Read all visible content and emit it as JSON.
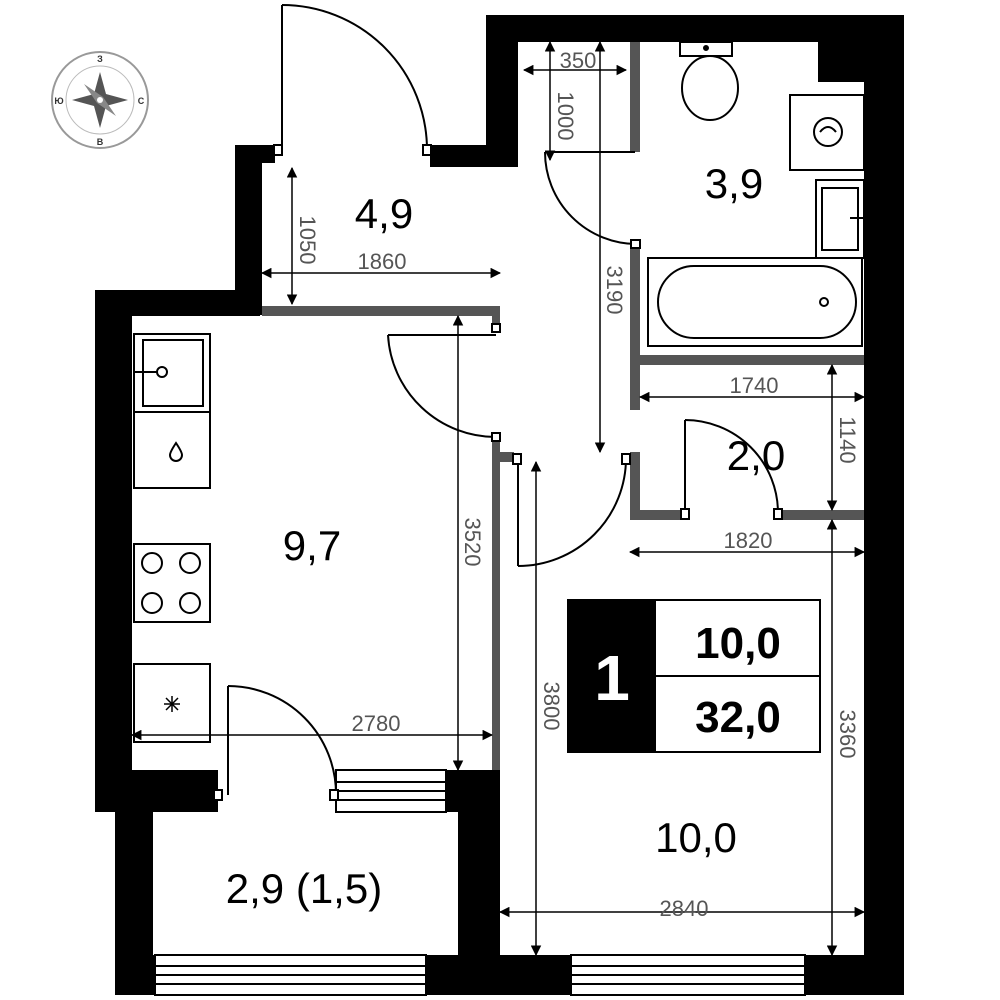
{
  "compass": {
    "north": "З",
    "south": "В",
    "west": "Ю",
    "east": "С"
  },
  "rooms": {
    "hall": "4,9",
    "bathroom": "3,9",
    "storage": "2,0",
    "kitchen": "9,7",
    "bedroom": "10,0",
    "balcony": "2,9 (1,5)"
  },
  "dimensions": {
    "d350": "350",
    "d1000": "1000",
    "d1050": "1050",
    "d1860": "1860",
    "d3190": "3190",
    "d1740": "1740",
    "d1140": "1140",
    "d1820": "1820",
    "d3520": "3520",
    "d2780": "2780",
    "d3800": "3800",
    "d3360": "3360",
    "d2840": "2840"
  },
  "summary": {
    "rooms_count": "1",
    "living_area": "10,0",
    "total_area": "32,0"
  }
}
